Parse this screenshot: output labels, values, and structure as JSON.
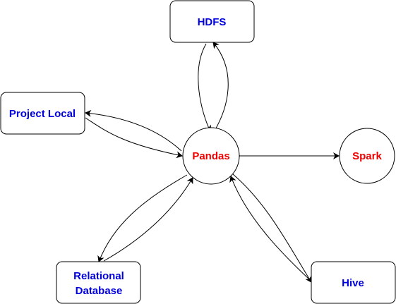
{
  "colors": {
    "box_text": "#0000dd",
    "circle_text": "#ee0000",
    "stroke": "#000000",
    "fill": "#ffffff"
  },
  "nodes": {
    "hdfs": {
      "label": "HDFS"
    },
    "project_local": {
      "label": "Project Local"
    },
    "pandas": {
      "label": "Pandas"
    },
    "spark": {
      "label": "Spark"
    },
    "relational_database": {
      "label_line1": "Relational",
      "label_line2": "Database"
    },
    "hive": {
      "label": "Hive"
    }
  }
}
